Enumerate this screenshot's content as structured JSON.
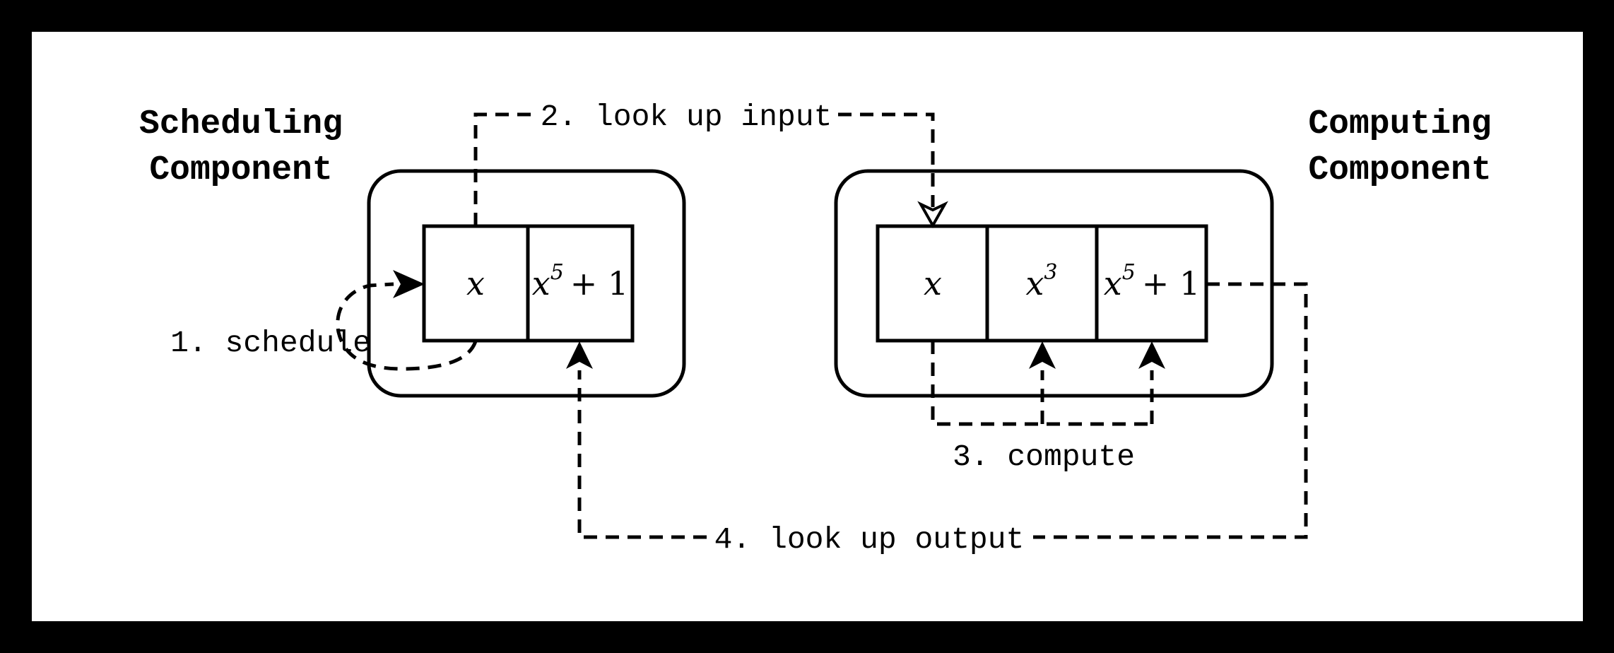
{
  "diagram": {
    "frame_color": "#000000",
    "surface_color": "#ffffff",
    "stroke_color": "#000000",
    "cell_light_blue": "#cce1fa",
    "cell_medium_blue": "#92c7fa",
    "cell_white": "#ffffff"
  },
  "scheduling": {
    "title_line1": "Scheduling",
    "title_line2": "Component",
    "table": {
      "cells": [
        {
          "base": "x",
          "sup": "",
          "rest": ""
        },
        {
          "base": "x",
          "sup": "5",
          "rest": "+ 1"
        }
      ]
    }
  },
  "computing": {
    "title_line1": "Computing",
    "title_line2": "Component",
    "table": {
      "cells": [
        {
          "base": "x",
          "sup": "",
          "rest": ""
        },
        {
          "base": "x",
          "sup": "3",
          "rest": ""
        },
        {
          "base": "x",
          "sup": "5",
          "rest": "+ 1"
        }
      ]
    }
  },
  "steps": {
    "schedule": "1. schedule",
    "look_up_input": "2. look up input",
    "compute": "3. compute",
    "look_up_output": "4. look up output"
  }
}
